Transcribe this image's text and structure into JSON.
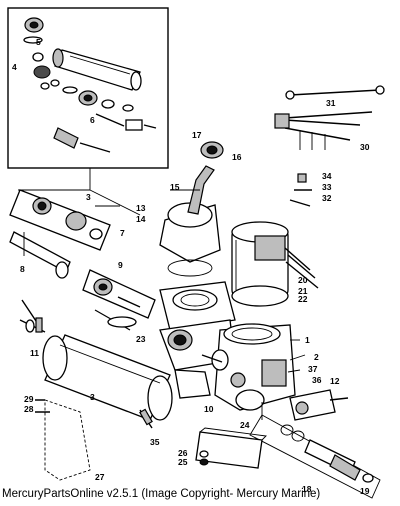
{
  "caption": "MercuryPartsOnline v2.5.1 (Image Copyright- Mercury Marine)",
  "callouts": [
    "1",
    "2",
    "3",
    "4",
    "5",
    "6",
    "7",
    "8",
    "9",
    "10",
    "11",
    "12",
    "13",
    "14",
    "15",
    "16",
    "17",
    "18",
    "19",
    "20",
    "21",
    "22",
    "23",
    "24",
    "25",
    "26",
    "27",
    "28",
    "29",
    "30",
    "31",
    "32",
    "33",
    "34",
    "35",
    "36",
    "37"
  ]
}
